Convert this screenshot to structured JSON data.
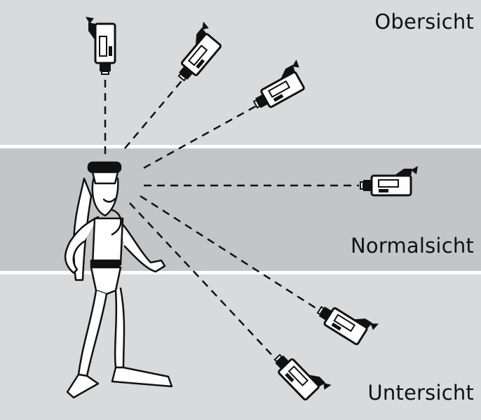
{
  "zones": {
    "top": {
      "label": "Obersicht"
    },
    "middle": {
      "label": "Normalsicht"
    },
    "bottom": {
      "label": "Untersicht"
    }
  },
  "colors": {
    "band_light": "#d9dadb",
    "band_dark": "#c3c5c7",
    "separator": "#ffffff",
    "ink": "#111111"
  }
}
